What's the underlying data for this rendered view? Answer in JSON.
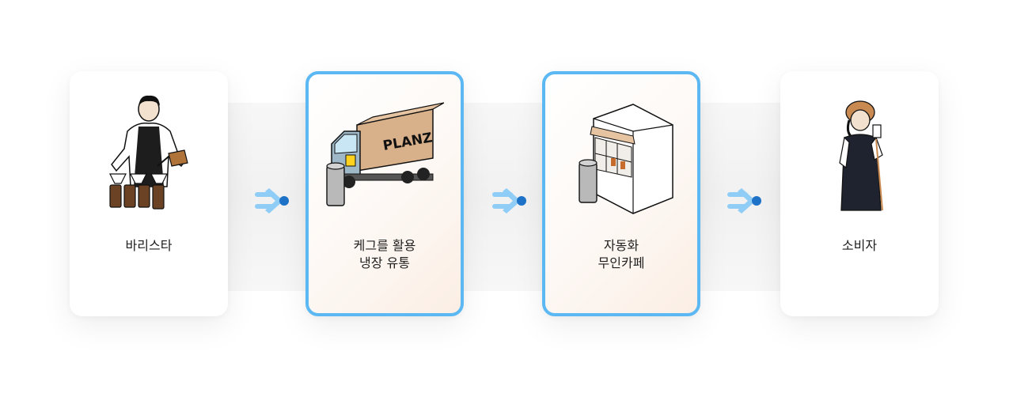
{
  "steps": [
    {
      "label": "바리스타",
      "icon": "barista-icon",
      "highlighted": false
    },
    {
      "label": "케그를 활용\n냉장 유통",
      "icon": "delivery-truck-icon",
      "highlighted": true
    },
    {
      "label": "자동화\n무인카페",
      "icon": "unmanned-cafe-kiosk-icon",
      "highlighted": true
    },
    {
      "label": "소비자",
      "icon": "consumer-icon",
      "highlighted": false
    }
  ],
  "truck_brand": "PLANZ",
  "colors": {
    "highlight_border": "#5cb8f3",
    "arrow_light": "#8fcdf6",
    "arrow_dark": "#1e73c8"
  }
}
